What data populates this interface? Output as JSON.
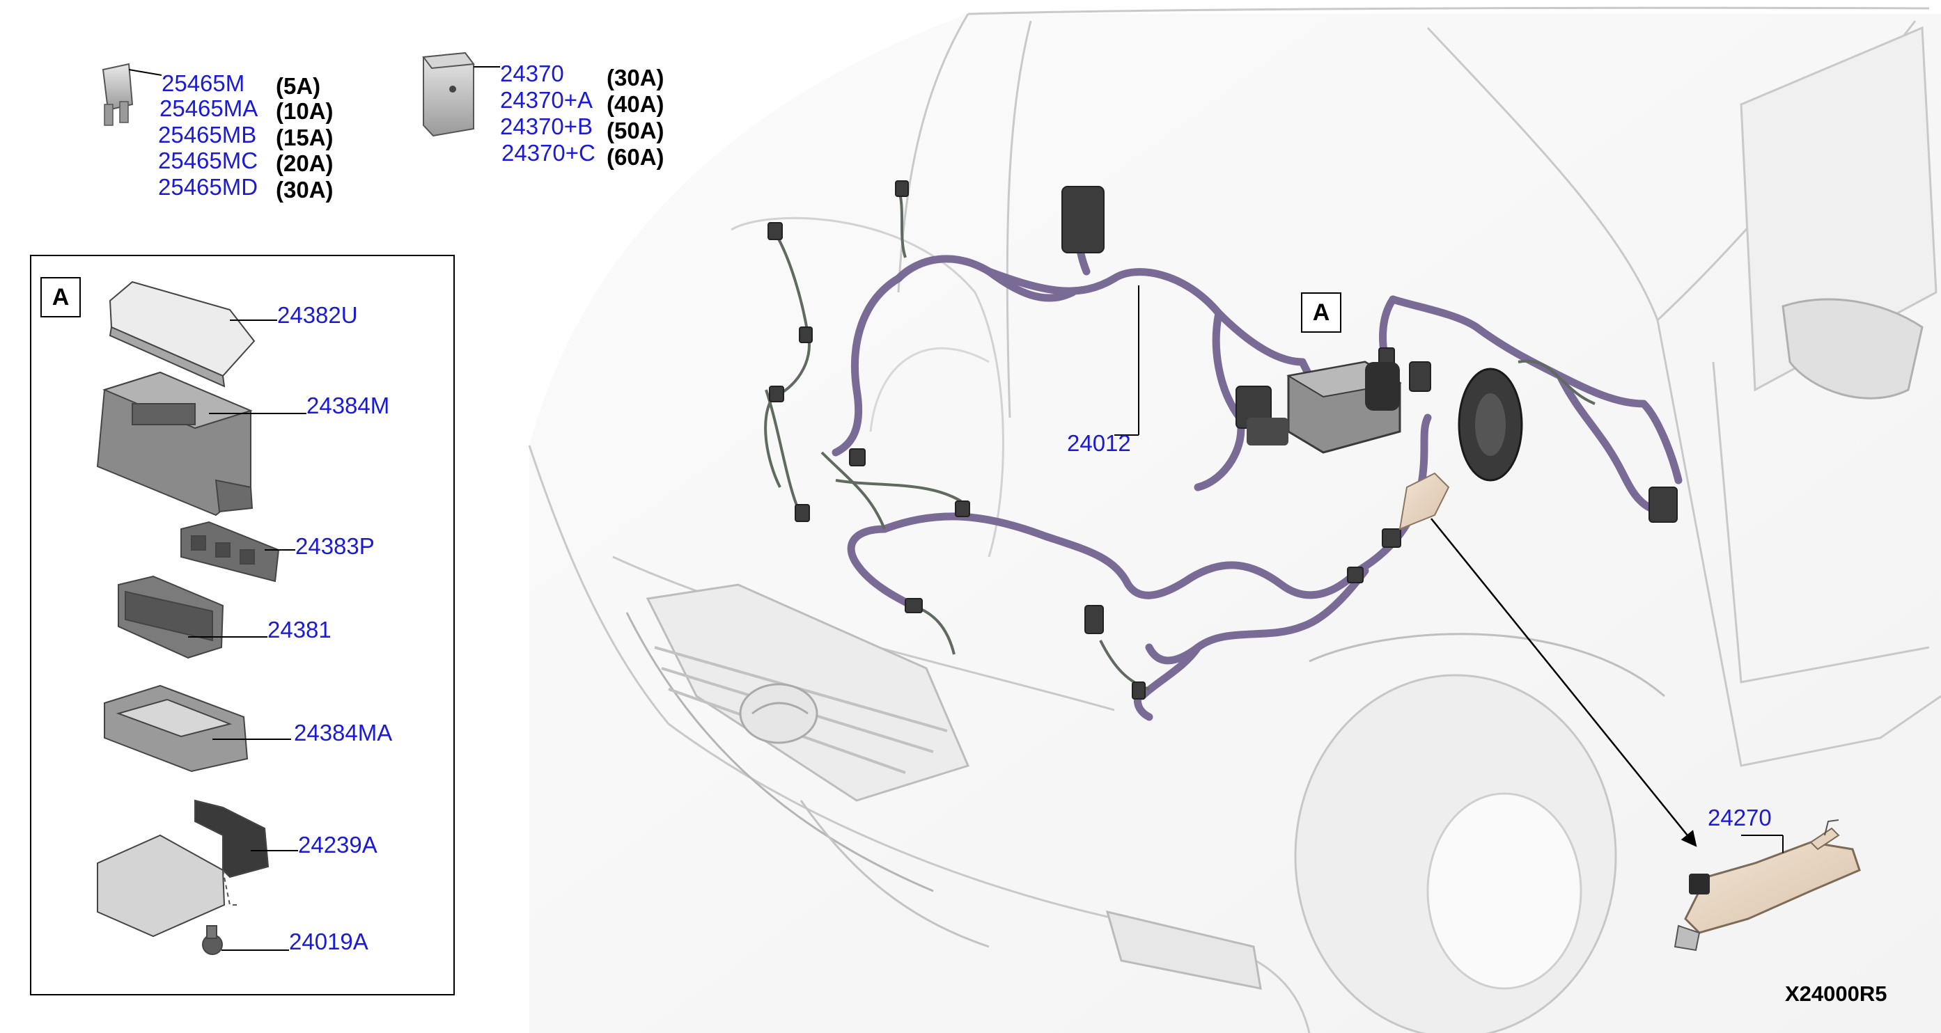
{
  "fuse_blade": {
    "parts": [
      {
        "code": "25465M",
        "rating": "(5A)"
      },
      {
        "code": "25465MA",
        "rating": "(10A)"
      },
      {
        "code": "25465MB",
        "rating": "(15A)"
      },
      {
        "code": "25465MC",
        "rating": "(20A)"
      },
      {
        "code": "25465MD",
        "rating": "(30A)"
      }
    ]
  },
  "fuse_cartridge": {
    "parts": [
      {
        "code": "24370",
        "rating": "(30A)"
      },
      {
        "code": "24370+A",
        "rating": "(40A)"
      },
      {
        "code": "24370+B",
        "rating": "(50A)"
      },
      {
        "code": "24370+C",
        "rating": "(60A)"
      }
    ]
  },
  "inset": {
    "marker": "A",
    "parts": [
      "24382U",
      "24384M",
      "24383P",
      "24381",
      "24384MA",
      "24239A",
      "24019A"
    ]
  },
  "main": {
    "harness_label": "24012",
    "marker": "A",
    "sub_harness_label": "24270"
  },
  "diagram_code": "X24000R5",
  "colors": {
    "label_blue": "#1a1ad8",
    "harness_purple": "#7a6a96",
    "car_outline": "#c9c9c9",
    "part_gray": "#8a8a8a"
  }
}
